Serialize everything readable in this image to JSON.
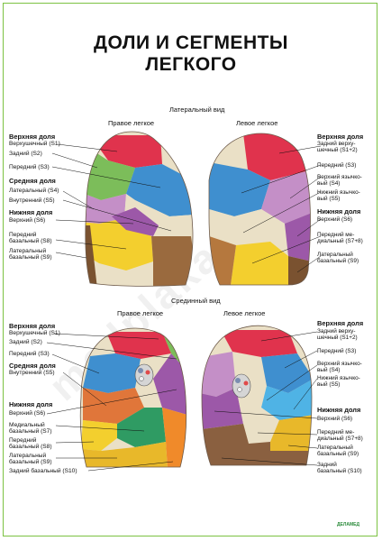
{
  "title_line1": "ДОЛИ И СЕГМЕНТЫ",
  "title_line2": "ЛЕГКОГО",
  "watermark": "medplakat.ru",
  "logo_text": "ДЕЛАМЕД",
  "lateral": {
    "heading": "Латеральный вид",
    "right_title": "Правое легкое",
    "left_title": "Левое легкое",
    "left_labels": {
      "upper_group": "Верхняя доля",
      "s1": "Верхушечный (S1)",
      "s2": "Задний (S2)",
      "s3": "Передний (S3)",
      "middle_group": "Средняя доля",
      "s4": "Латеральный (S4)",
      "s5": "Внутренний (S5)",
      "lower_group": "Нижняя доля",
      "s6": "Верхний (S6)",
      "s8_l1": "Передний",
      "s8_l2": "базальный (S8)",
      "s9_l1": "Латеральный",
      "s9_l2": "базальный (S9)"
    },
    "right_labels": {
      "upper_group": "Верхняя доля",
      "s12_l1": "Задний верху-",
      "s12_l2": "шечный (S1+2)",
      "s3": "Передний (S3)",
      "s4_l1": "Верхний язычко-",
      "s4_l2": "вый (S4)",
      "s5_l1": "Нижний язычко-",
      "s5_l2": "вый (S5)",
      "lower_group": "Нижняя доля",
      "s6": "Верхний (S6)",
      "s78_l1": "Передний ме-",
      "s78_l2": "диальный (S7+8)",
      "s9_l1": "Латеральный",
      "s9_l2": "базальный (S9)"
    }
  },
  "medial": {
    "heading": "Срединный вид",
    "right_title": "Правое легкое",
    "left_title": "Левое легкое",
    "left_labels": {
      "upper_group": "Верхняя доля",
      "s1": "Верхушечный (S1)",
      "s2": "Задний (S2)",
      "s3": "Передний (S3)",
      "middle_group": "Средняя доля",
      "s5": "Внутренний (S5)",
      "lower_group": "Нижняя доля",
      "s6": "Верхний (S6)",
      "s7_l1": "Медиальный",
      "s7_l2": "базальный (S7)",
      "s8_l1": "Передний",
      "s8_l2": "базальный (S8)",
      "s9_l1": "Латеральный",
      "s9_l2": "базальный (S9)",
      "s10": "Задний базальный (S10)"
    },
    "right_labels": {
      "upper_group": "Верхняя доля",
      "s12_l1": "Задний верху-",
      "s12_l2": "шечный (S1+2)",
      "s3": "Передний (S3)",
      "s4_l1": "Верхний язычко-",
      "s4_l2": "вый (S4)",
      "s5_l1": "Нижний язычко-",
      "s5_l2": "вый (S5)",
      "lower_group": "Нижняя доля",
      "s6": "Верхний (S6)",
      "s78_l1": "Передний ме-",
      "s78_l2": "диальный (S7+8)",
      "s9_l1": "Латеральный",
      "s9_l2": "базальный (S9)",
      "s10_l1": "Задний",
      "s10_l2": "базальный (S10)"
    }
  },
  "segment_colors": {
    "apical": "#e0334d",
    "posterior": "#7cbd5a",
    "anterior": "#3f8fcf",
    "lateral_middle": "#c48fc7",
    "medial_middle": "#eae0c6",
    "superior_lower": "#9c58a8",
    "anterior_basal": "#f3cf2e",
    "lateral_basal": "#7a5230",
    "medial_basal": "#2f9b63",
    "posterior_basal": "#f08a2a",
    "lingula": "#4fb3e5"
  }
}
